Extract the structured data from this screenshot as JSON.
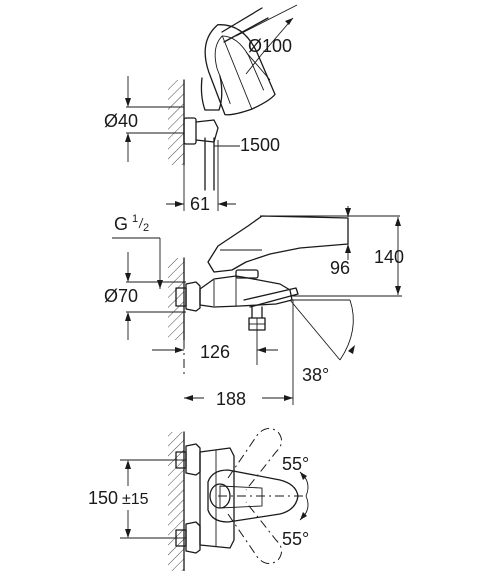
{
  "hand_shower": {
    "head_diameter": "Ø100",
    "holder_diameter": "Ø40",
    "hose_length": "1500",
    "holder_projection": "61"
  },
  "mixer_side_view": {
    "thread_label": "G",
    "thread_num": "1",
    "thread_den": "2",
    "escutcheon_diameter": "Ø70",
    "height_96": "96",
    "height_140": "140",
    "spout_126": "126",
    "spout_angle": "38°",
    "depth_188": "188"
  },
  "mixer_top_view": {
    "angle_upper": "55°",
    "angle_lower": "55°",
    "centres": "150",
    "tolerance": "±15"
  }
}
